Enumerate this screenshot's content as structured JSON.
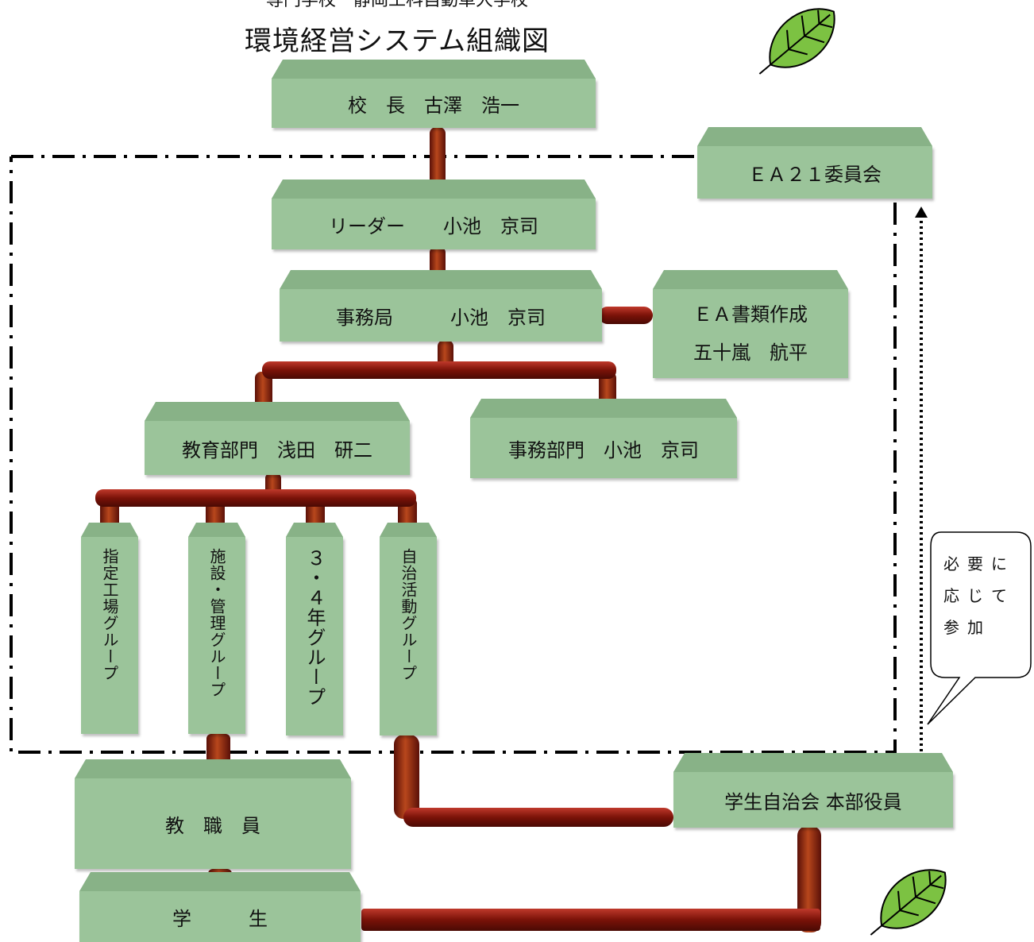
{
  "title": {
    "subtitle": "専門学校　静岡工科自動車大学校",
    "main": "環境経営システム組織図"
  },
  "nodes": {
    "principal": "校　長　古澤　浩一",
    "ea21": "ＥＡ２１委員会",
    "leader": "リーダー　　小池　京司",
    "office": "事務局　　　小池　京司",
    "ea_docs_line1": "ＥＡ書類作成",
    "ea_docs_line2": "五十嵐　航平",
    "education": "教育部門　浅田　研二",
    "admin": "事務部門　小池　京司",
    "group_factory": "指定工場グループ",
    "group_facility": "施設・管理グループ",
    "group_year34": "３・４年グループ",
    "group_selfgov": "自治活動グループ",
    "staff": "教　職　員",
    "students": "学　　　生",
    "student_council": "学生自治会 本部役員"
  },
  "note": {
    "line1": "必要に",
    "line2": "応じて",
    "line3": "参加"
  },
  "colors": {
    "box": "#9bc49a",
    "box_top": "#88b287",
    "pipe": "#8b1a12",
    "leaf": "#7cc242"
  }
}
